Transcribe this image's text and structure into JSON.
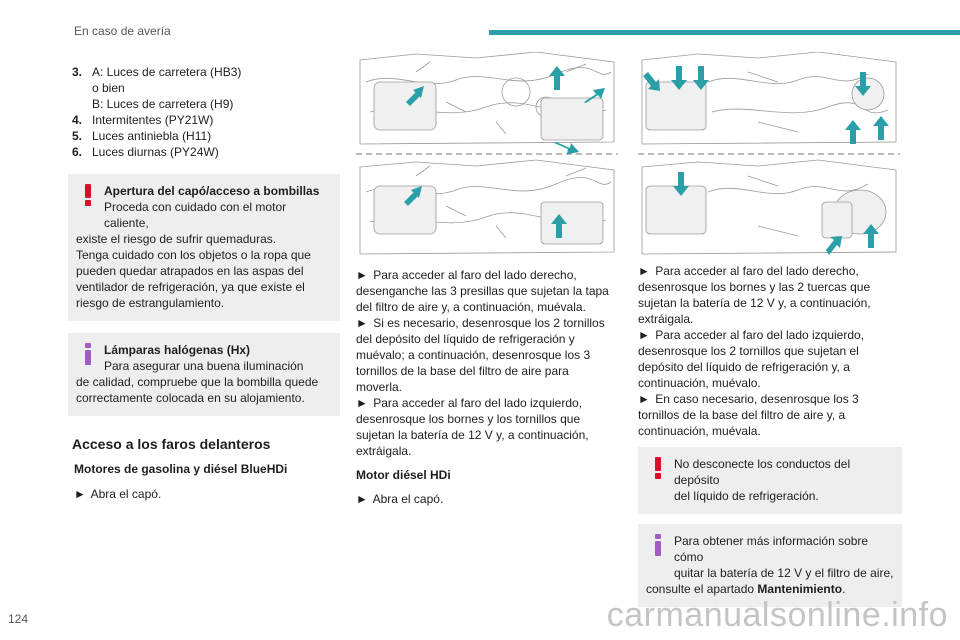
{
  "header": {
    "title": "En caso de avería",
    "accent_color": "#2a9fa7"
  },
  "page_number": "124",
  "watermark": "carmanualsonline.info",
  "col1": {
    "items": [
      {
        "num": "3.",
        "lines": [
          "A: Luces de carretera (HB3)",
          "o bien",
          "B: Luces de carretera (H9)"
        ]
      },
      {
        "num": "4.",
        "lines": [
          "Intermitentes (PY21W)"
        ]
      },
      {
        "num": "5.",
        "lines": [
          "Luces antiniebla (H11)"
        ]
      },
      {
        "num": "6.",
        "lines": [
          "Luces diurnas (PY24W)"
        ]
      }
    ],
    "warning_box": {
      "title": "Apertura del capó/acceso a bombillas",
      "first_line": "Proceda con cuidado con el motor caliente,",
      "lines": [
        "existe el riesgo de sufrir quemaduras.",
        "Tenga cuidado con los objetos o la ropa que",
        "pueden quedar atrapados en las aspas del",
        "ventilador de refrigeración, ya que existe el",
        "riesgo de estrangulamiento."
      ]
    },
    "info_box": {
      "title": "Lámparas halógenas (Hx)",
      "first_line": "Para asegurar una buena iluminación",
      "lines": [
        "de calidad, compruebe que la bombilla quede",
        "correctamente colocada en su alojamiento."
      ]
    },
    "section_title": "Acceso a los faros delanteros",
    "subsection_title": "Motores de gasolina y diésel BlueHDi",
    "bullet": "Abra el capó."
  },
  "col2": {
    "bullets": [
      "Para acceder al faro del lado derecho, desenganche las 3 presillas que sujetan la tapa del filtro de aire y, a continuación, muévala.",
      "Si es necesario, desenrosque los 2 tornillos del depósito del líquido de refrigeración y muévalo; a continuación, desenrosque los 3 tornillos de la base del filtro de aire para moverla.",
      "Para acceder al faro del lado izquierdo, desenrosque los bornes y los tornillos que sujetan la batería de 12 V y, a continuación, extráigala."
    ],
    "subtitle": "Motor diésel HDi",
    "bullet2": "Abra el capó."
  },
  "col3": {
    "bullets": [
      "Para acceder al faro del lado derecho, desenrosque los bornes y las 2 tuercas que sujetan la batería de 12 V y, a continuación, extráigala.",
      "Para acceder al faro del lado izquierdo, desenrosque los 2 tornillos que sujetan el depósito del líquido de refrigeración y, a continuación, muévalo.",
      "En caso necesario, desenrosque los 3 tornillos de la base del filtro de aire y, a continuación, muévala."
    ],
    "warning_box": {
      "first_line": "No desconecte los conductos del depósito",
      "lines": [
        "del líquido de refrigeración."
      ]
    },
    "info_box": {
      "first_line": "Para obtener más información sobre cómo",
      "line2": "quitar la batería de 12 V y el filtro de aire,",
      "line3_prefix": "consulte el apartado ",
      "line3_bold": "Mantenimiento",
      "line3_suffix": "."
    }
  },
  "arrow_glyph": "►",
  "colors": {
    "warning": "#d8102a",
    "info": "#a05cc0",
    "box_bg": "#eeeeee"
  }
}
